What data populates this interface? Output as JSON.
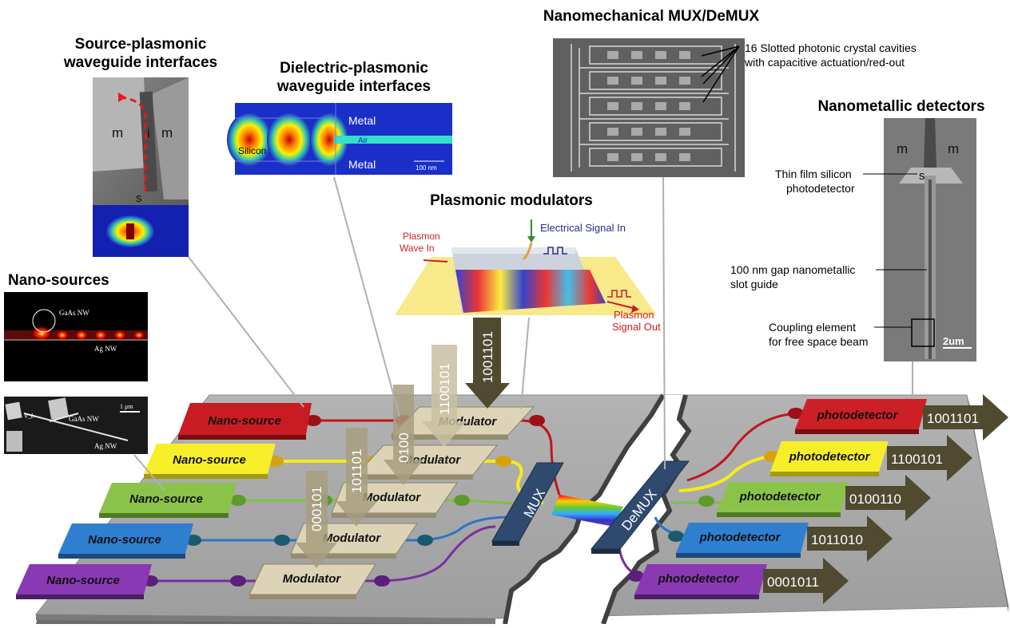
{
  "headings": {
    "source_plasmonic": "Source-plasmonic waveguide interfaces",
    "dielectric_plasmonic": "Dielectric-plasmonic waveguide interfaces",
    "mux_demux": "Nanomechanical MUX/DeMUX",
    "nanometallic_detectors": "Nanometallic detectors",
    "plasmonic_modulators": "Plasmonic modulators",
    "nano_sources": "Nano-sources"
  },
  "source_sem": {
    "left_m": "m",
    "center_i": "i",
    "right_m": "m",
    "bottom_s": "s"
  },
  "dielectric_panel": {
    "metal_top": "Metal",
    "air": "Air",
    "silicon": "Silicon",
    "metal_bottom": "Metal",
    "scale": "100 nm"
  },
  "mux_sem": {
    "note_line1": "16 Slotted photonic crystal cavities",
    "note_line2": "with capacitive actuation/red-out"
  },
  "detector_sem": {
    "left_m": "m",
    "right_m": "m",
    "s": "s",
    "scale": "2um",
    "thin_film_line1": "Thin film silicon",
    "thin_film_line2": "photodetector",
    "gap_line1": "100 nm gap nanometallic",
    "gap_line2": "slot guide",
    "coupling_line1": "Coupling element",
    "coupling_line2": "for free space beam"
  },
  "modulator_illustration": {
    "electrical": "Electrical Signal In",
    "plasmon_in_line1": "Plasmon",
    "plasmon_in_line2": "Wave In",
    "plasmon_out_line1": "Plasmon",
    "plasmon_out_line2": "Signal Out"
  },
  "nanosource_images": {
    "gaas_nw": "GaAs NW",
    "ag_nw": "Ag NW",
    "gaas_nw_2": "GaAs NW",
    "ag_nw_2": "Ag NW",
    "scale": "1 μm",
    "vb": "V_b"
  },
  "chip": {
    "sources": [
      "Nano-source",
      "Nano-source",
      "Nano-source",
      "Nano-source",
      "Nano-source"
    ],
    "modulators": [
      "Modulator",
      "Modulator",
      "Modulator",
      "Modulator",
      "Modulator"
    ],
    "input_codes": [
      "1001101",
      "1100101",
      "0100",
      "101101",
      "000101"
    ],
    "mux": "MUX",
    "demux": "DeMUX",
    "detectors": [
      "photodetector",
      "photodetector",
      "photodetector",
      "photodetector",
      "photodetector"
    ],
    "output_codes": [
      "1001101",
      "1100101",
      "0100110",
      "1011010",
      "0001011"
    ]
  },
  "colors": {
    "channel_red": "#c0161b",
    "channel_yellow": "#f5ec1a",
    "channel_green": "#7dc142",
    "channel_blue": "#2a74c8",
    "channel_purple": "#7a2ea0",
    "modulator_box": "#d8ceb0",
    "mux_box": "#2f4a6e",
    "arrow_fill": "#4f4a30",
    "chip_surface": "#a6a6a6"
  }
}
